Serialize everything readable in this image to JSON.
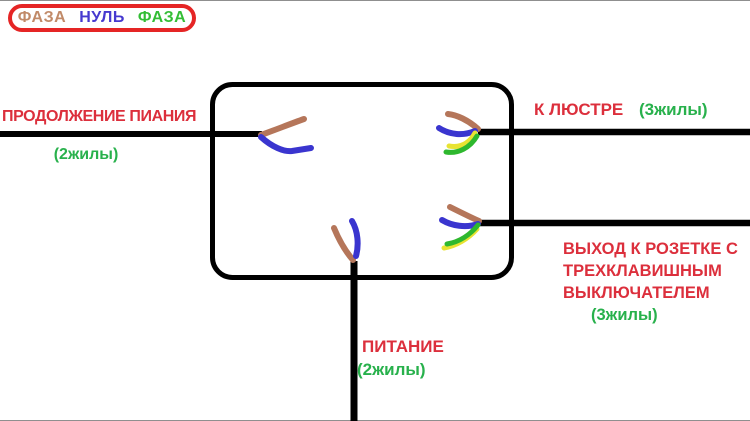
{
  "legend": {
    "phase1": "ФАЗА",
    "null": "НУЛЬ",
    "phase2": "ФАЗА"
  },
  "labels": {
    "continuation": {
      "title": "ПРОДОЛЖЕНИЕ ПИАНИЯ",
      "cores": "(2жилы)"
    },
    "chandelier": {
      "title": "К ЛЮСТРЕ",
      "cores": "(3жилы)"
    },
    "socket": {
      "line1": "ВЫХОД К РОЗЕТКЕ С",
      "line2": "ТРЕХКЛАВИШНЫМ",
      "line3": "ВЫКЛЮЧАТЕЛЕМ",
      "cores": "(3жилы)"
    },
    "power": {
      "title": "ПИТАНИЕ",
      "cores": "(2жилы)"
    }
  },
  "cables": {
    "left": [
      "brown",
      "blue"
    ],
    "chandelier": [
      "brown",
      "blue",
      "green-yellow"
    ],
    "power": [
      "brown",
      "blue"
    ],
    "socket": [
      "brown",
      "blue",
      "green-yellow"
    ]
  },
  "colors": {
    "legend_outline": "#e52525",
    "legend_phase_brown": "#c18a68",
    "legend_null_blue": "#4639cf",
    "legend_phase_green": "#33bd35",
    "label_red": "#dc2f3c",
    "label_green": "#28b14c",
    "wire_black": "#000000",
    "wire_brown": "#b5765a",
    "wire_blue": "#3a35cf",
    "wire_green": "#2eb82e",
    "wire_yellow": "#e8e332"
  }
}
